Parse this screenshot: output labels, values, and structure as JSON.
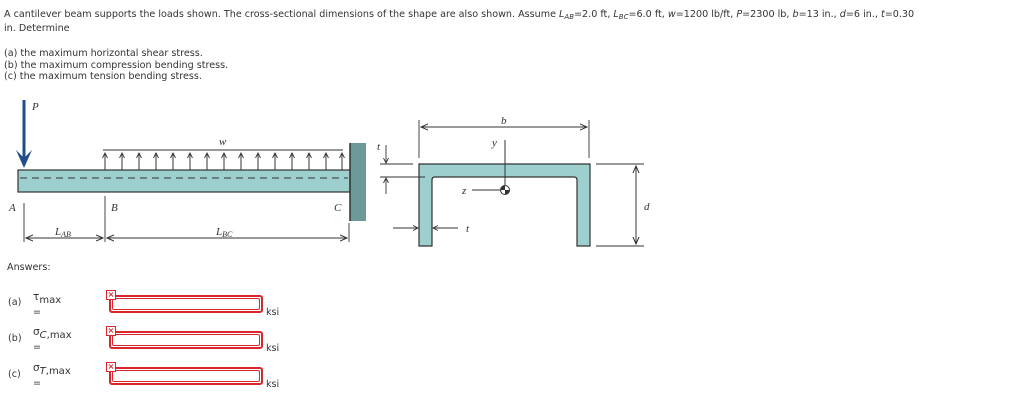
{
  "problem": {
    "intro": "A cantilever beam supports the loads shown. The cross-sectional dimensions of the shape are also shown. Assume ",
    "givens": [
      {
        "sym": "L",
        "sub": "AB",
        "value": "=2.0 ft, "
      },
      {
        "sym": "L",
        "sub": "BC",
        "value": "=6.0 ft, "
      },
      {
        "sym": "w",
        "sub": "",
        "value": "=1200 lb/ft, "
      },
      {
        "sym": "P",
        "sub": "",
        "value": "=2300 lb, "
      },
      {
        "sym": "b",
        "sub": "",
        "value": "=13 in., "
      },
      {
        "sym": "d",
        "sub": "",
        "value": "=6 in., "
      },
      {
        "sym": "t",
        "sub": "",
        "value": "=0.30"
      }
    ],
    "line2": "in. Determine",
    "parts": [
      "(a) the maximum horizontal shear stress.",
      "(b) the maximum compression bending stress.",
      "(c) the maximum tension bending stress."
    ]
  },
  "figure": {
    "beam": {
      "labels": {
        "P": "P",
        "w": "w",
        "A": "A",
        "B": "B",
        "C": "C",
        "L": "L",
        "AB": "AB",
        "BC": "BC"
      },
      "colors": {
        "beam_fill": "#9ecfcf",
        "wall_fill": "#6b9a98",
        "arrow": "#1f4e8a",
        "line": "#333333"
      }
    },
    "section": {
      "labels": {
        "b": "b",
        "y": "y",
        "z": "z",
        "t_top": "t",
        "t_web": "t",
        "d": "d"
      }
    }
  },
  "answers": {
    "heading": "Answers:",
    "rows": [
      {
        "part": "(a)",
        "symbol": "τ",
        "subscript_italic": "",
        "subscript": "max",
        "eq": " =",
        "value": "",
        "unit": "ksi",
        "status": "incorrect"
      },
      {
        "part": "(b)",
        "symbol": "σ",
        "subscript_italic": "C",
        "subscript": ",max",
        "eq": " =",
        "value": "",
        "unit": "ksi",
        "status": "incorrect"
      },
      {
        "part": "(c)",
        "symbol": "σ",
        "subscript_italic": "T",
        "subscript": ",max",
        "eq": " =",
        "value": "",
        "unit": "ksi",
        "status": "incorrect"
      }
    ],
    "status_icon": "×",
    "error_color": "#d9252c"
  }
}
